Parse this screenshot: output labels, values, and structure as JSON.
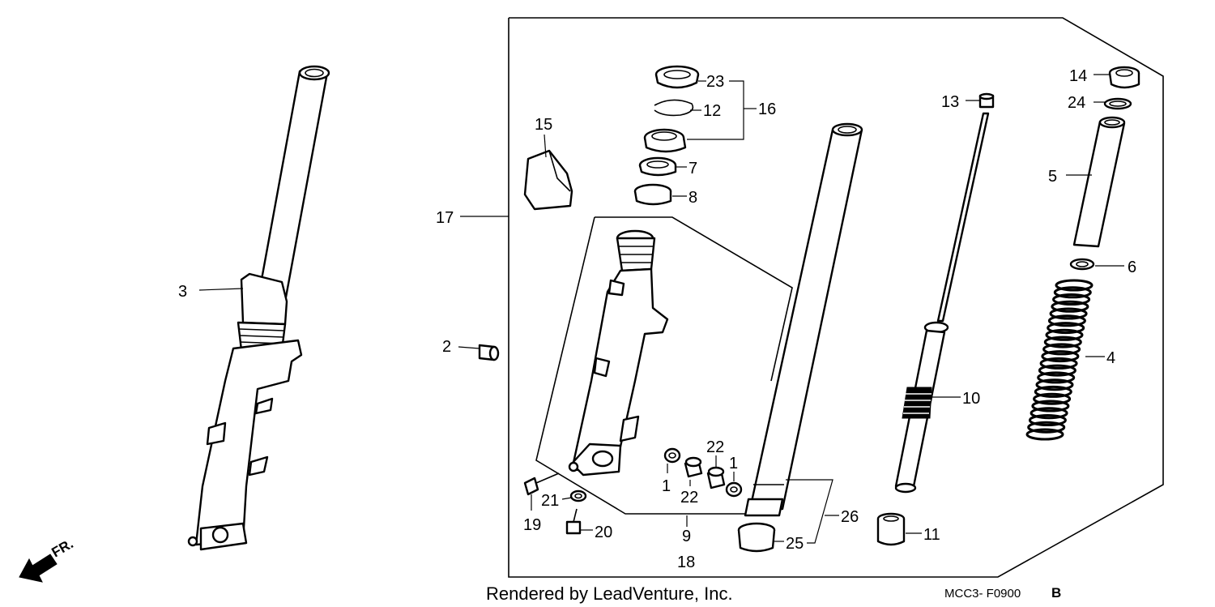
{
  "labels": {
    "p1a": "1",
    "p1b": "1",
    "p2": "2",
    "p3": "3",
    "p4": "4",
    "p5": "5",
    "p6": "6",
    "p7": "7",
    "p8": "8",
    "p9": "9",
    "p10": "10",
    "p11": "11",
    "p12": "12",
    "p13": "13",
    "p14": "14",
    "p15": "15",
    "p16": "16",
    "p17": "17",
    "p18": "18",
    "p19": "19",
    "p20": "20",
    "p21": "21",
    "p22a": "22",
    "p22b": "22",
    "p23": "23",
    "p24": "24",
    "p25": "25",
    "p26": "26"
  },
  "direction": {
    "text": "FR.",
    "icon": "arrow-left-down-icon"
  },
  "footer": {
    "credit": "Rendered by LeadVenture, Inc.",
    "code": "MCC3- F0900",
    "code_suffix": "B"
  }
}
